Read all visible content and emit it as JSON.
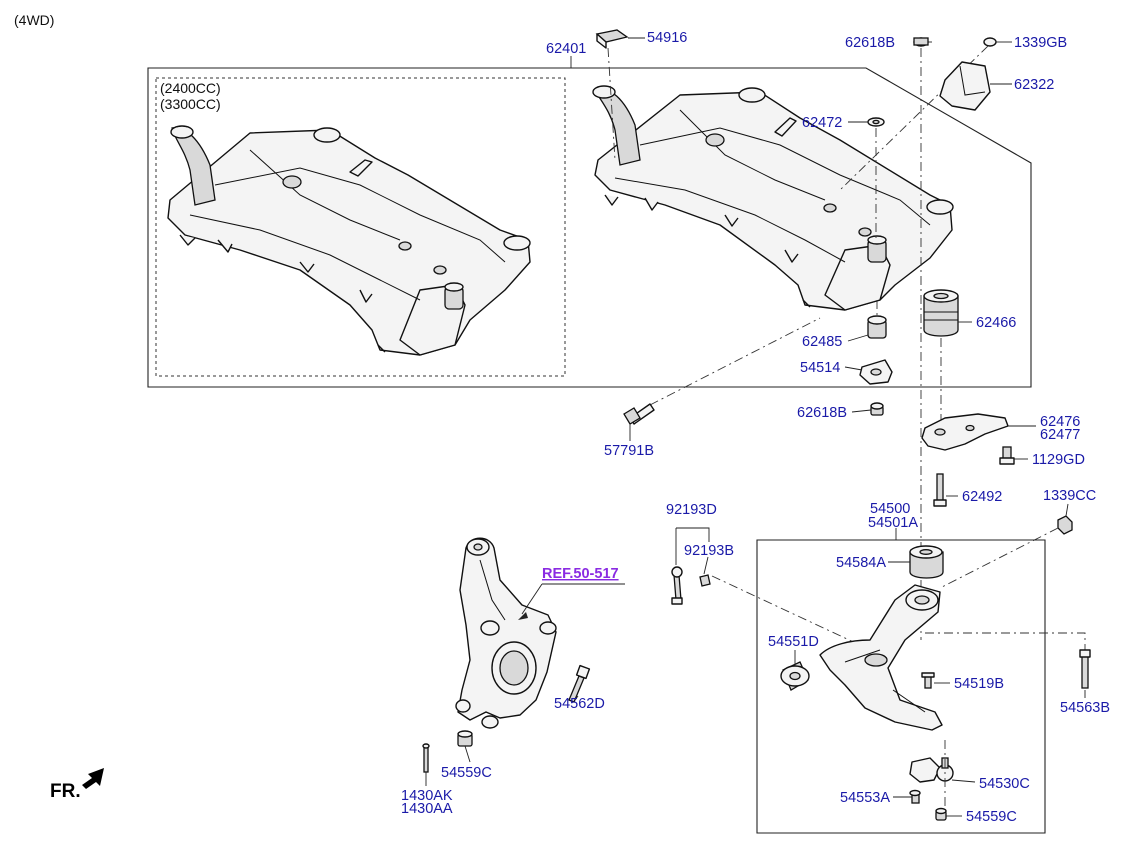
{
  "header": {
    "variant": "(4WD)",
    "engine_1": "(2400CC)",
    "engine_2": "(3300CC)"
  },
  "direction": {
    "label": "FR."
  },
  "reference": {
    "label": "REF.50-517"
  },
  "parts": {
    "p62401": "62401",
    "p54916": "54916",
    "p62618B_top": "62618B",
    "p1339GB": "1339GB",
    "p62322": "62322",
    "p62472": "62472",
    "p62466": "62466",
    "p62485": "62485",
    "p54514": "54514",
    "p62618B_bot": "62618B",
    "p57791B": "57791B",
    "p62476": "62476",
    "p62477": "62477",
    "p1129GD": "1129GD",
    "p62492": "62492",
    "p54500": "54500",
    "p54501A": "54501A",
    "p1339CC": "1339CC",
    "p92193D": "92193D",
    "p92193B": "92193B",
    "p54584A": "54584A",
    "p54551D": "54551D",
    "p54519B": "54519B",
    "p54563B": "54563B",
    "p54562D": "54562D",
    "p54559C_left": "54559C",
    "p1430AK": "1430AK",
    "p1430AA": "1430AA",
    "p54530C": "54530C",
    "p54553A": "54553A",
    "p54559C_right": "54559C"
  }
}
